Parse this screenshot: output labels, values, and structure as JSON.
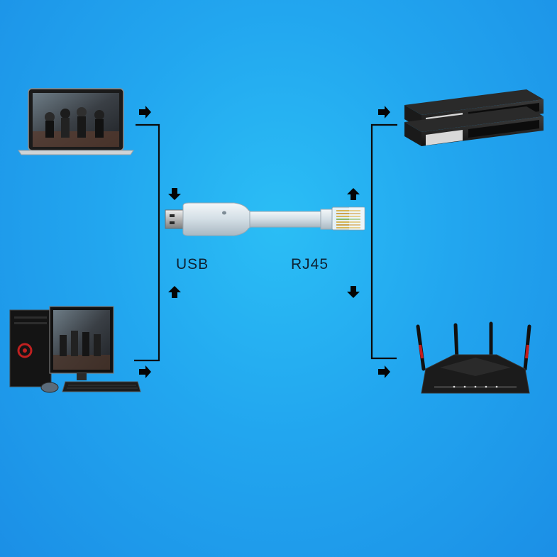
{
  "diagram": {
    "cable": {
      "usb_label": "USB",
      "rj45_label": "RJ45"
    },
    "devices": {
      "left": [
        "laptop",
        "desktop-computer"
      ],
      "right": [
        "network-switch",
        "wireless-router"
      ]
    },
    "colors": {
      "background": "#22a6ef",
      "lines": "#0b0b0b",
      "cable": "#d9e4ea",
      "router_accent": "#c41b1b"
    },
    "icons": [
      "laptop-icon",
      "desktop-computer-icon",
      "network-switch-icon",
      "wireless-router-icon",
      "usb-plug-icon",
      "rj45-plug-icon",
      "arrow-icon"
    ]
  }
}
